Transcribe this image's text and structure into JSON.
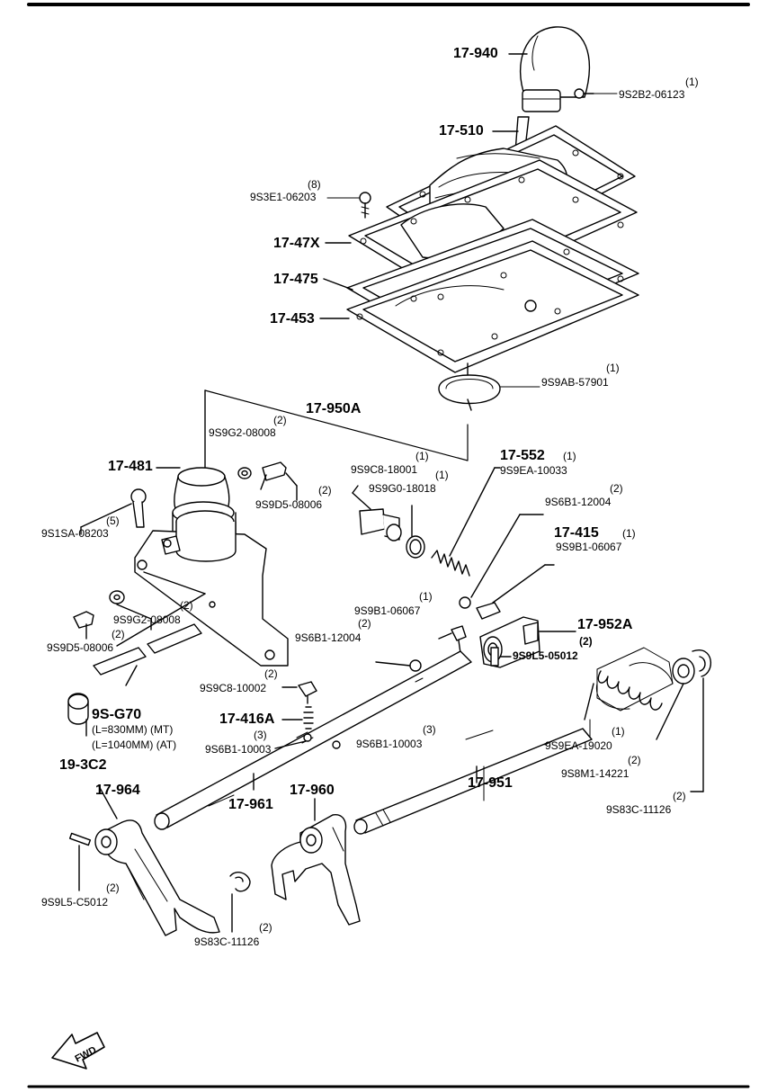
{
  "top_rule_color": "#000000",
  "labels": {
    "p17_940": "17-940",
    "p9s2b2_qty": "(1)",
    "p9s2b2": "9S2B2-06123",
    "p17_510": "17-510",
    "p9s3e1_qty": "(8)",
    "p9s3e1": "9S3E1-06203",
    "p17_47x": "17-47X",
    "p17_475": "17-475",
    "p17_453": "17-453",
    "p9s9ab_qty": "(1)",
    "p9s9ab": "9S9AB-57901",
    "p9s9g2_top_qty": "(2)",
    "p9s9g2_top": "9S9G2-08008",
    "p17_481": "17-481",
    "p9s9d5_top_qty": "(2)",
    "p9s9d5_top": "9S9D5-08006",
    "p9s1sa_qty": "(5)",
    "p9s1sa": "9S1SA-08203",
    "p9s9c8_top_qty": "(1)",
    "p9s9c8_top": "9S9C8-18001",
    "p9s9g0_qty": "(1)",
    "p9s9g0": "9S9G0-18018",
    "p17_552": "17-552",
    "p17_552_qty": "(1)",
    "p9s9ea_top": "9S9EA-10033",
    "p9s6b1_12004_r_qty": "(2)",
    "p9s6b1_12004_r": "9S6B1-12004",
    "p17_415": "17-415",
    "p17_415_qty": "(1)",
    "p9s9b1_r": "9S9B1-06067",
    "p17_950a": "17-950A",
    "p17_952a": "17-952A",
    "p9s9g2_low_qty": "(2)",
    "p9s9g2_low": "9S9G2-08008",
    "p9s9d5_low_qty": "(2)",
    "p9s9d5_low": "9S9D5-08006",
    "p9s9b1_m_qty": "(1)",
    "p9s9b1_m": "9S9B1-06067",
    "p9s6b1_12004_m_qty": "(2)",
    "p9s6b1_12004_m": "9S6B1-12004",
    "p9s9l5_r_qty": "(2)",
    "p9s9l5_r": "9S9L5-05012",
    "p9s9c8_low_qty": "(2)",
    "p9s9c8_low": "9S9C8-10002",
    "p17_416a": "17-416A",
    "p9s6b1_10003_l_qty": "(3)",
    "p9s6b1_10003_l": "9S6B1-10003",
    "p9s6b1_10003_r_qty": "(3)",
    "p9s6b1_10003_r": "9S6B1-10003",
    "p9s_g70": "9S-G70",
    "p9s_g70_mt": "(L=830MM) (MT)",
    "p9s_g70_at": "(L=1040MM) (AT)",
    "p19_3c2": "19-3C2",
    "p9s9ea_low_qty": "(1)",
    "p9s9ea_low": "9S9EA-19020",
    "p9s8m1_qty": "(2)",
    "p9s8m1": "9S8M1-14221",
    "p9s83c_r_qty": "(2)",
    "p9s83c_r": "9S83C-11126",
    "p17_964": "17-964",
    "p17_961": "17-961",
    "p17_960": "17-960",
    "p17_951": "17-951",
    "p9s9l5_l_qty": "(2)",
    "p9s9l5_l": "9S9L5-C5012",
    "p9s83c_l_qty": "(2)",
    "p9s83c_l": "9S83C-11126",
    "fwd": "FWD"
  }
}
